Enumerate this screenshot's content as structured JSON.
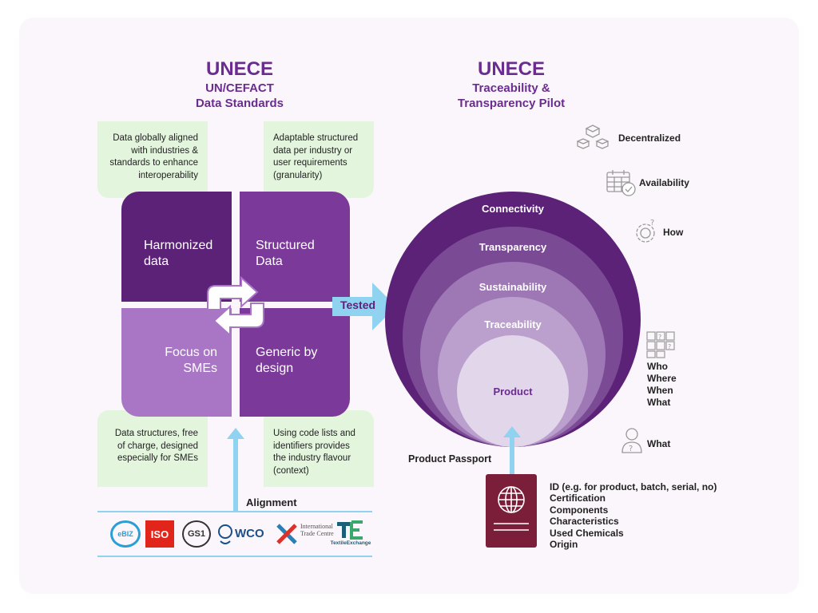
{
  "left_title": {
    "main": "UNECE",
    "line1": "UN/CEFACT",
    "line2": "Data Standards"
  },
  "right_title": {
    "main": "UNECE",
    "line1": "Traceability &",
    "line2": "Transparency Pilot"
  },
  "notes": {
    "top_left": "Data globally aligned with industries & standards to enhance interoperability",
    "top_right": "Adaptable structured data per industry or user requirements (granularity)",
    "bottom_left": "Data structures, free of charge, designed especially for SMEs",
    "bottom_right": "Using code lists and identifiers provides the industry flavour (context)"
  },
  "quadrants": {
    "harmonized": "Harmonized data",
    "structured": "Structured Data",
    "smes": "Focus on SMEs",
    "generic": "Generic by design"
  },
  "tested_label": "Tested",
  "alignment_label": "Alignment",
  "logos": [
    "eBIZ",
    "ISO",
    "GS1",
    "WCO",
    "International Trade Centre",
    "TextileExchange"
  ],
  "rings": [
    "Connectivity",
    "Transparency",
    "Sustainability",
    "Traceability",
    "Product"
  ],
  "aspects": [
    {
      "label": "Decentralized",
      "icon": "decentralized-icon"
    },
    {
      "label": "Availability",
      "icon": "calendar-icon"
    },
    {
      "label": "How",
      "icon": "gear-question-icon"
    },
    {
      "label": "Who\nWhere\nWhen\nWhat",
      "icon": "grid-question-icon"
    },
    {
      "label": "What",
      "icon": "person-question-icon"
    }
  ],
  "passport_label": "Product Passport",
  "passport_attributes": [
    "ID (e.g. for product, batch, serial, no)",
    "Certification",
    "Components",
    "Characteristics",
    "Used Chemicals",
    "Origin"
  ],
  "colors": {
    "purple_dark": "#5c2278",
    "purple_mid": "#7b3a9a",
    "purple_light": "#a976c6",
    "title": "#6b2c8f",
    "arrow": "#8fd3f0",
    "note_bg": "#e3f5dd",
    "passport": "#7b1e3a"
  }
}
